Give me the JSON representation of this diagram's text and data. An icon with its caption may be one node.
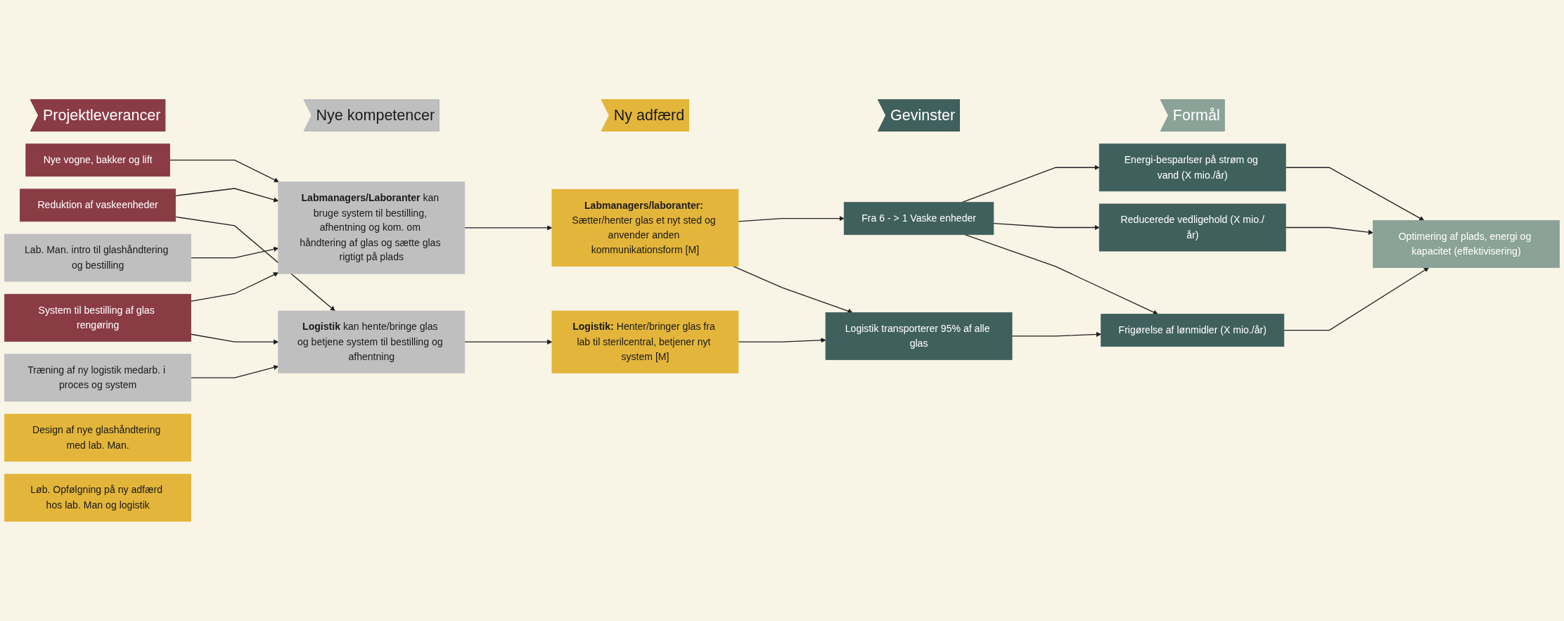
{
  "diagram": {
    "nodes": [
      {
        "text": [
          "Projektleverancer"
        ]
      },
      {
        "text": [
          "Nye kompetencer"
        ]
      },
      {
        "text": [
          "Ny adfærd"
        ]
      },
      {
        "text": [
          "Gevinster"
        ]
      },
      {
        "text": [
          "Formål"
        ]
      },
      {
        "text": [
          "Reduktion af vaskeenheder"
        ]
      },
      {
        "text": [
          "Nye vogne, bakker og lift"
        ]
      },
      {
        "text": [
          "System til bestilling af glas rengøring"
        ]
      },
      {
        "text": [
          "Lab. Man. intro til glashåndtering og bestilling"
        ]
      },
      {
        "text": [
          "Træning af ny logistik medarb. i proces og system"
        ]
      },
      {
        "text": [
          "Design af nye glashåndtering med lab. Man."
        ]
      },
      {
        "text": [
          "Løb. Opfølgning på ny adfærd hos lab. Man og logistik"
        ]
      },
      {
        "text": [
          "**Labmanagers/Laboranter** kan bruge system til bestilling, afhentning og kom. om håndtering af glas og sætte glas rigtigt på plads"
        ]
      },
      {
        "text": [
          "**Logistik** kan hente/bringe glas og betjene system til bestilling og afhentning"
        ]
      },
      {
        "text": [
          "**Labmanagers/laboranter:** Sætter/henter glas et nyt sted og anvender anden kommunikationsform [M]"
        ]
      },
      {
        "text": [
          "**Logistik:** Henter/bringer glas fra lab til sterilcentral, betjener nyt system [M]"
        ]
      },
      {
        "text": [
          "Fra 6 - > 1 Vaske enheder"
        ]
      },
      {
        "text": [
          "Logistik transporterer 95% af alle glas"
        ]
      },
      {
        "text": [
          "Energi-besparlser på strøm og vand (X mio./år)"
        ]
      },
      {
        "text": [
          "Reducerede vedligehold (X mio./år)"
        ]
      },
      {
        "text": [
          "Frigørelse af lønmidler (X mio./år)"
        ]
      },
      {
        "text": [
          "Optimering af plads, energi og kapacitet (effektivisering)"
        ]
      }
    ],
    "edges": [
      {
        "from": 5,
        "to": 12,
        "arrow": "to"
      },
      {
        "from": 5,
        "to": 13,
        "arrow": "to"
      },
      {
        "from": 6,
        "to": 12,
        "arrow": "to"
      },
      {
        "from": 7,
        "to": 12,
        "arrow": "to"
      },
      {
        "from": 7,
        "to": 13,
        "arrow": "to"
      },
      {
        "from": 8,
        "to": 12,
        "arrow": "to"
      },
      {
        "from": 9,
        "to": 13,
        "arrow": "to"
      },
      {
        "from": 12,
        "to": 14,
        "arrow": "to"
      },
      {
        "from": 13,
        "to": 15,
        "arrow": "to"
      },
      {
        "from": 14,
        "to": 16,
        "arrow": "to"
      },
      {
        "from": 14,
        "to": 17,
        "arrow": "to"
      },
      {
        "from": 15,
        "to": 17,
        "arrow": "to"
      },
      {
        "from": 16,
        "to": 18,
        "arrow": "to"
      },
      {
        "from": 16,
        "to": 19,
        "arrow": "to"
      },
      {
        "from": 16,
        "to": 20,
        "arrow": "to"
      },
      {
        "from": 17,
        "to": 20,
        "arrow": "to"
      },
      {
        "from": 18,
        "to": 21,
        "arrow": "to"
      },
      {
        "from": 19,
        "to": 21,
        "arrow": "to"
      },
      {
        "from": 20,
        "to": 21,
        "arrow": "to"
      }
    ]
  }
}
